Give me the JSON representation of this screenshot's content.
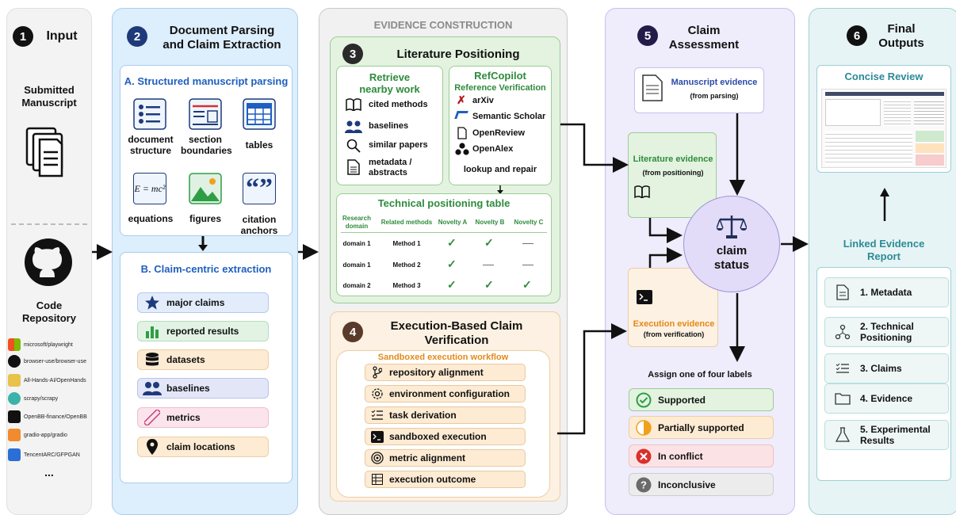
{
  "input": {
    "num": "1",
    "title": "Input",
    "manuscript": "Submitted\nManuscript",
    "code": "Code\nRepository",
    "repos": [
      "microsoft/playwright",
      "browser-use/browser-use",
      "All-Hands-AI/OpenHands",
      "scrapy/scrapy",
      "OpenBB-finance/OpenBB",
      "gradio-app/gradio",
      "TencentARC/GFPGAN"
    ],
    "more": "..."
  },
  "parsing": {
    "num": "2",
    "title": "Document Parsing\nand Claim Extraction",
    "a_title": "A. Structured manuscript parsing",
    "a_items": [
      "document\nstructure",
      "section\nboundaries",
      "tables",
      "equations",
      "figures",
      "citation\nanchors"
    ],
    "equation_glyph": "E = mc²",
    "b_title": "B. Claim-centric extraction",
    "b_items": [
      "major claims",
      "reported results",
      "datasets",
      "baselines",
      "metrics",
      "claim locations"
    ]
  },
  "evidence": {
    "header": "EVIDENCE CONSTRUCTION",
    "num3": "3",
    "lit_title": "Literature Positioning",
    "retrieve_title": "Retrieve\nnearby work",
    "retrieve_items": [
      "cited methods",
      "baselines",
      "similar papers",
      "metadata /\nabstracts"
    ],
    "refcopilot_title": "RefCopilot",
    "refver_title": "Reference Verification",
    "ref_items": [
      "arXiv",
      "Semantic Scholar",
      "OpenReview",
      "OpenAlex"
    ],
    "lookup": "lookup and repair",
    "table_title": "Technical positioning table",
    "table_headers": [
      "Research\ndomain",
      "Related methods",
      "Novelty A",
      "Novelty B",
      "Novelty C"
    ],
    "table_rows": [
      [
        "domain 1",
        "Method 1",
        "✓",
        "✓",
        "—"
      ],
      [
        "domain 1",
        "Method 2",
        "✓",
        "—",
        "—"
      ],
      [
        "domain 2",
        "Method 3",
        "✓",
        "✓",
        "✓"
      ]
    ],
    "num4": "4",
    "exec_title": "Execution-Based Claim\nVerification",
    "sandbox_title": "Sandboxed execution workflow",
    "workflow": [
      "repository alignment",
      "environment configuration",
      "task derivation",
      "sandboxed execution",
      "metric alignment",
      "execution outcome"
    ]
  },
  "assessment": {
    "num": "5",
    "title": "Claim\nAssessment",
    "manuscript_ev": "Manuscript evidence",
    "manuscript_sub": "(from parsing)",
    "lit_ev": "Literature evidence",
    "lit_sub": "(from positioning)",
    "exec_ev": "Execution evidence",
    "exec_sub": "(from verification)",
    "status": "claim\nstatus",
    "assign": "Assign one of four labels",
    "labels": [
      "Supported",
      "Partially supported",
      "In conflict",
      "Inconclusive"
    ],
    "colors": {
      "supported": "#2e9e44",
      "partial": "#f0a11b",
      "conflict": "#d9302c",
      "inconclusive": "#6b6b6b"
    }
  },
  "outputs": {
    "num": "6",
    "title": "Final\nOutputs",
    "concise": "Concise Review",
    "linked": "Linked Evidence\nReport",
    "sections": [
      "1. Metadata",
      "2. Technical\nPositioning",
      "3. Claims",
      "4. Evidence",
      "5. Experimental\nResults"
    ]
  }
}
